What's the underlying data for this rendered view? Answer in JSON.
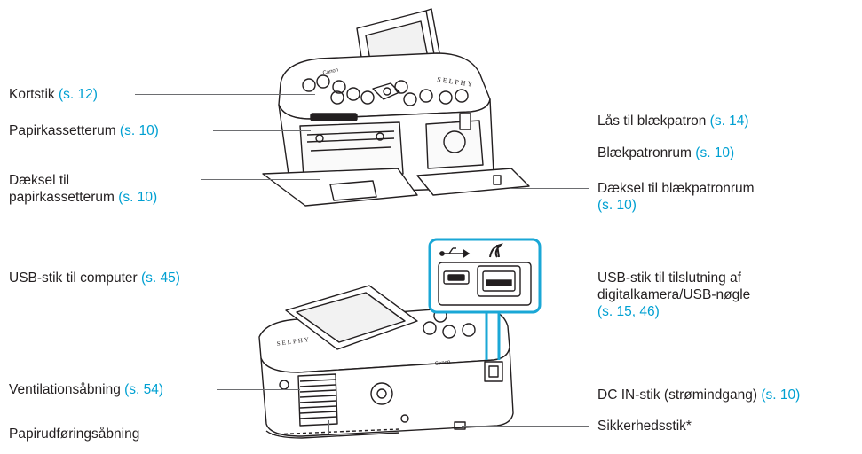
{
  "labels": {
    "kortstik": {
      "text": "Kortstik",
      "ref": "(s. 12)"
    },
    "papirkassetterum": {
      "text": "Papirkassetterum",
      "ref": "(s. 10)"
    },
    "daeksel_papir": {
      "line1": "Dæksel til",
      "line2": "papirkassetterum",
      "ref": "(s. 10)"
    },
    "laas": {
      "text": "Lås til blækpatron",
      "ref": "(s. 14)"
    },
    "blaekpatronrum": {
      "text": "Blækpatronrum",
      "ref": "(s. 10)"
    },
    "daeksel_blaek": {
      "line1": "Dæksel til blækpatronrum",
      "ref": "(s. 10)"
    },
    "usb_computer": {
      "text": "USB-stik til computer",
      "ref": "(s. 45)"
    },
    "usb_kamera": {
      "line1": "USB-stik til tilslutning af",
      "line2": "digitalkamera/USB-nøgle",
      "ref": "(s. 15, 46)"
    },
    "ventilation": {
      "text": "Ventilationsåbning",
      "ref": "(s. 54)"
    },
    "dcin": {
      "text": "DC IN-stik (strømindgang)",
      "ref": "(s. 10)"
    },
    "papirudforing": {
      "text": "Papirudføringsåbning"
    },
    "sikkerhed": {
      "text": "Sikkerhedsstik*"
    }
  },
  "printer": {
    "brand": "Canon",
    "model": "SELPHY"
  },
  "colors": {
    "reference": "#00a0d2",
    "callout_box": "#1aa7d6",
    "line": "#6d6e71"
  }
}
